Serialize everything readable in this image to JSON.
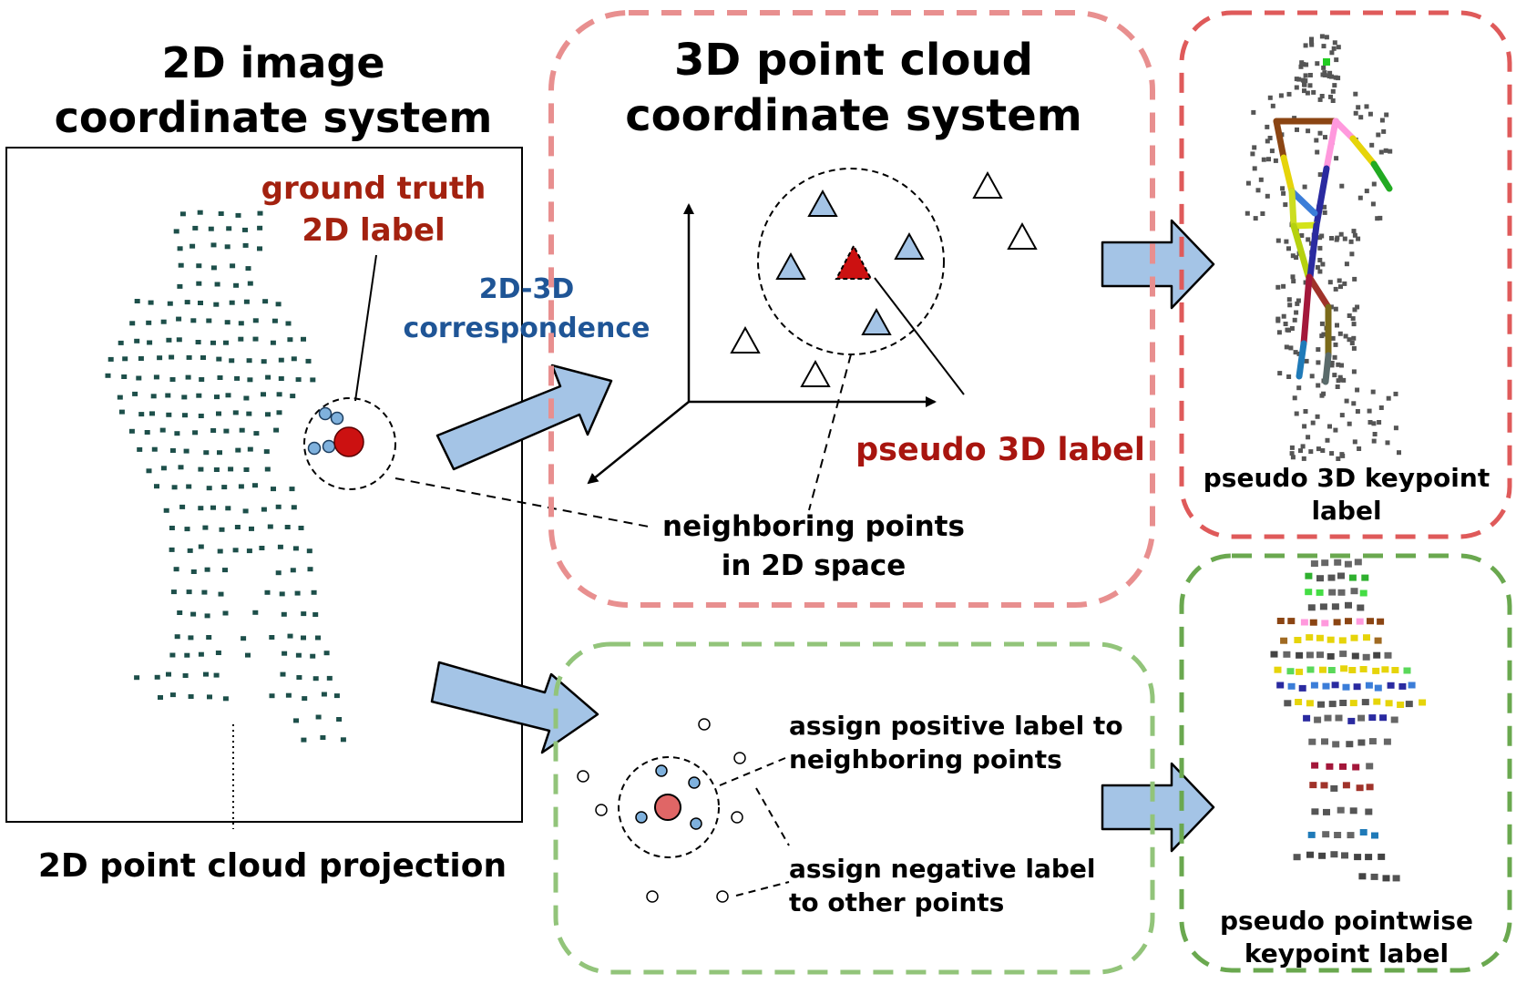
{
  "left_panel": {
    "title_line1": "2D image",
    "title_line2": "coordinate system",
    "gt_line1": "ground truth",
    "gt_line2": "2D label",
    "caption": "2D point cloud projection"
  },
  "correspondence": {
    "line1": "2D-3D",
    "line2": "correspondence"
  },
  "middle_top": {
    "title_line1": "3D point cloud",
    "title_line2": "coordinate system",
    "pseudo_label": "pseudo 3D label",
    "neighbors_line1": "neighboring points",
    "neighbors_line2": "in 2D space"
  },
  "middle_bottom": {
    "positive_line1": "assign positive label to",
    "positive_line2": "neighboring points",
    "negative_line1": "assign negative label",
    "negative_line2": "to other points"
  },
  "right_top": {
    "caption_line1": "pseudo 3D keypoint",
    "caption_line2": "label"
  },
  "right_bottom": {
    "caption_line1": "pseudo pointwise",
    "caption_line2": "keypoint label"
  },
  "colors": {
    "gt_red": "#a3210f",
    "blue_text": "#1f5596",
    "pseudo_red": "#a8150f",
    "dashed_red": "#e88f8f",
    "dashed_red_dark": "#df5a5a",
    "dashed_green": "#92c47a",
    "dashed_green_dark": "#6aa84f",
    "arrow_fill": "#a4c4e6",
    "teal_point": "#1d4f4a",
    "blue_point": "#7fb1dd",
    "red_point": "#cc1111"
  }
}
